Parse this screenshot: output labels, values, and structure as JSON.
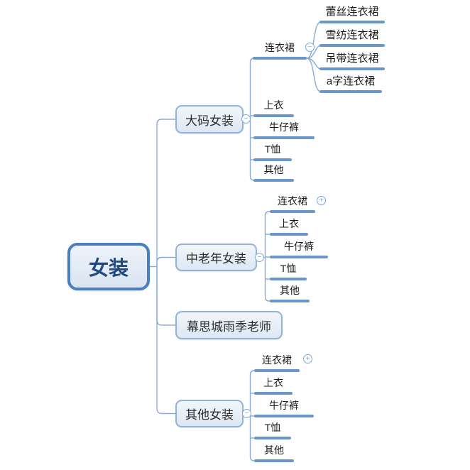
{
  "mindmap": {
    "root": {
      "label": "女装"
    },
    "branches": [
      {
        "label": "大码女装",
        "children": [
          {
            "label": "连衣裙",
            "children": [
              {
                "label": "蕾丝连衣裙"
              },
              {
                "label": "雪纺连衣裙"
              },
              {
                "label": "吊带连衣裙"
              },
              {
                "label": "a字连衣裙"
              }
            ]
          },
          {
            "label": "上衣"
          },
          {
            "label": "牛仔裤"
          },
          {
            "label": "T恤"
          },
          {
            "label": "其他"
          }
        ]
      },
      {
        "label": "中老年女装",
        "children": [
          {
            "label": "连衣裙"
          },
          {
            "label": "上衣"
          },
          {
            "label": "牛仔裤"
          },
          {
            "label": "T恤"
          },
          {
            "label": "其他"
          }
        ]
      },
      {
        "label": "幕思城雨季老师"
      },
      {
        "label": "其他女装",
        "children": [
          {
            "label": "连衣裙"
          },
          {
            "label": "上衣"
          },
          {
            "label": "牛仔裤"
          },
          {
            "label": "T恤"
          },
          {
            "label": "其他"
          }
        ]
      }
    ],
    "toggles": {
      "expanded_symbol": "−",
      "collapsed_symbol": "+"
    },
    "colors": {
      "root_border": "#4a7ebc",
      "root_fill": "#dce6f3",
      "root_text": "#24497e",
      "branch_border": "#8fb3dd",
      "branch_fill": "#e3ebf6",
      "connector": "#8aabd6",
      "underline": "#6b96c9",
      "text": "#1a1a1a"
    }
  }
}
